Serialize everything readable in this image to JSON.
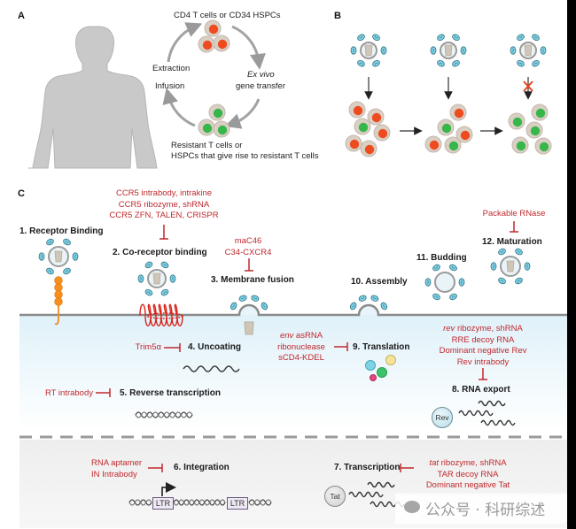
{
  "panel_a": {
    "label": "A",
    "top_cells": "CD4 T cells or CD34 HSPCs",
    "extraction": "Extraction",
    "infusion": "Infusion",
    "ex_vivo": "Ex vivo",
    "gene_transfer": "gene transfer",
    "resistant_line1": "Resistant T cells or",
    "resistant_line2": "HSPCs that give rise to resistant T cells"
  },
  "panel_b": {
    "label": "B"
  },
  "panel_c": {
    "label": "C",
    "steps": {
      "s1": "1. Receptor Binding",
      "s2": "2. Co-receptor binding",
      "s3": "3. Membrane fusion",
      "s4": "4. Uncoating",
      "s5": "5. Reverse transcription",
      "s6": "6. Integration",
      "s7": "7. Transcription",
      "s8": "8. RNA export",
      "s9": "9. Translation",
      "s10": "10. Assembly",
      "s11": "11. Budding",
      "s12": "12. Maturation"
    },
    "inhibitors": {
      "coreceptor": [
        "CCR5 intrabody, intrakine",
        "CCR5 ribozyme, shRNA",
        "CCR5 ZFN, TALEN, CRISPR"
      ],
      "fusion": [
        "maC46",
        "C34-CXCR4"
      ],
      "maturation": [
        "Packable RNase"
      ],
      "uncoating": [
        "Trim5α"
      ],
      "reverse_transcription": [
        "RT intrabody"
      ],
      "translation": [
        "env asRNA",
        "ribonuclease",
        "sCD4-KDEL"
      ],
      "rna_export": [
        "rev ribozyme, shRNA",
        "RRE decoy RNA",
        "Dominant negative Rev",
        "Rev intrabody"
      ],
      "integration": [
        "RNA aptamer",
        "IN Intrabody"
      ],
      "transcription": [
        "tat ribozyme, shRNA",
        "TAR decoy RNA",
        "Dominant negative Tat"
      ]
    },
    "ltr_left": "LTR",
    "ltr_right": "LTR",
    "rev_protein": "Rev",
    "tat_protein": "Tat"
  },
  "colors": {
    "inhibitor_red": "#c0282d",
    "infected_cell": "#ee4b1f",
    "resistant_cell": "#37b64a",
    "envelope_blue": "#7fd3e6",
    "membrane_gray": "#8a8a8a",
    "cytoplasm": "#e3f3fa"
  },
  "watermark": "公众号 · 科研综述"
}
